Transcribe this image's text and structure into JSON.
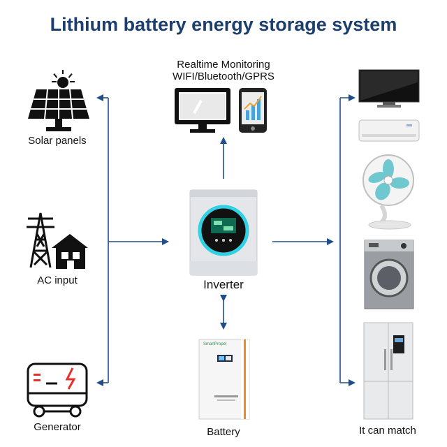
{
  "title": "Lithium battery energy storage system",
  "monitoring": {
    "line1": "Realtime Monitoring",
    "line2": "WIFI/Bluetooth/GPRS"
  },
  "sources": {
    "solar": "Solar panels",
    "ac": "AC input",
    "generator": "Generator"
  },
  "center": {
    "inverter": "Inverter",
    "battery": "Battery",
    "battery_brand": "SmartPropel"
  },
  "loads": {
    "caption": "It can match"
  },
  "colors": {
    "title": "#1c3f6e",
    "arrow": "#1f4e8a",
    "inverter_ring": "#2fd1e3"
  }
}
